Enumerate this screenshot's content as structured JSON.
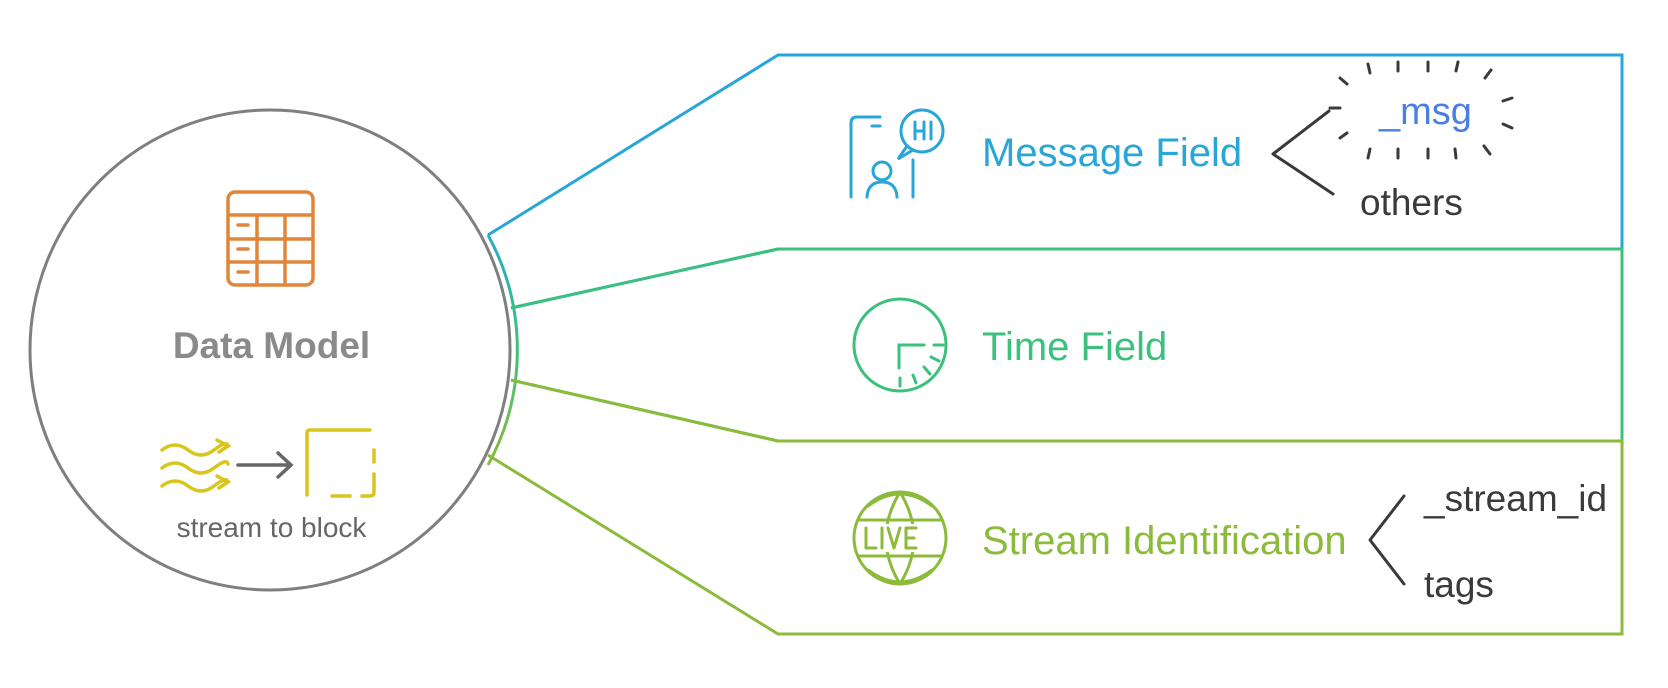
{
  "diagram": {
    "center": {
      "title": "Data Model",
      "subtitle": "stream to block",
      "icons": [
        "table-icon",
        "stream-to-block-icon"
      ]
    },
    "branches": [
      {
        "title": "Message Field",
        "icon": "message-hi-icon",
        "color": "#28a6d8",
        "items": [
          "_msg",
          "others"
        ],
        "highlighted_item": "_msg"
      },
      {
        "title": "Time Field",
        "icon": "clock-icon",
        "color": "#3cc07d",
        "items": []
      },
      {
        "title": "Stream Identification",
        "icon": "live-globe-icon",
        "color": "#8cba3a",
        "items": [
          "_stream_id",
          "tags"
        ]
      }
    ],
    "colors": {
      "circle_outline": "#7f7f7f",
      "table_icon": "#e0863a",
      "stream_icon": "#d8c61a",
      "highlight": "#4a7ee0",
      "item_text": "#3a3a3a"
    }
  }
}
